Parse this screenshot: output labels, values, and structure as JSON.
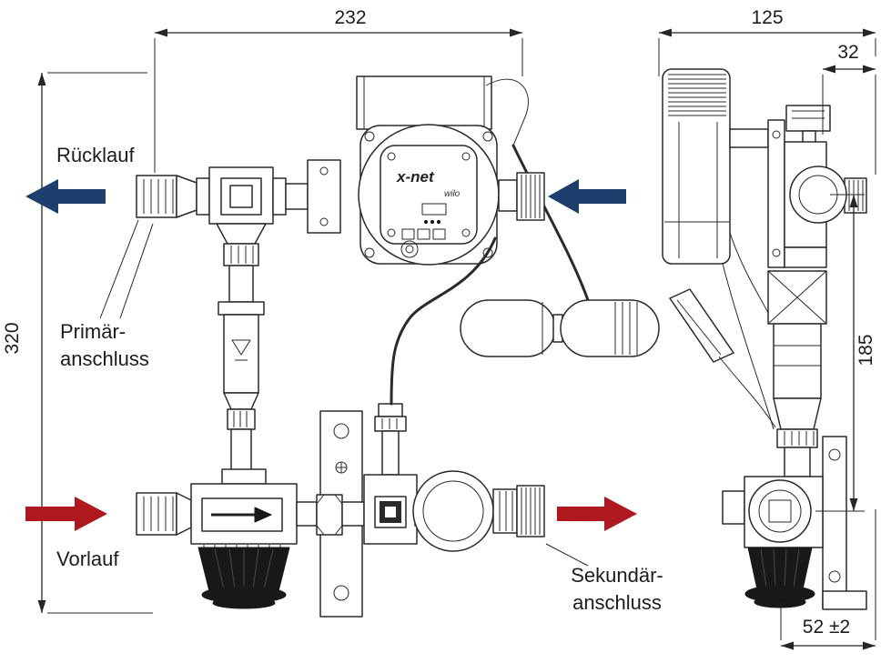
{
  "drawing": {
    "dimensions": {
      "front_width": "232",
      "side_width": "125",
      "port_depth": "32",
      "total_height": "320",
      "port_spacing": "185",
      "bracket_offset": "52 ±2"
    },
    "labels": {
      "ruecklauf": "Rücklauf",
      "primaer_line1": "Primär-",
      "primaer_line2": "anschluss",
      "vorlauf": "Vorlauf",
      "sekundaer_line1": "Sekundär-",
      "sekundaer_line2": "anschluss"
    },
    "device": {
      "brand": "x-net",
      "pump_label": "wilo"
    },
    "colors": {
      "flow_return_arrow": "#1c3f6e",
      "flow_supply_arrow": "#b01820",
      "line": "#262626"
    }
  }
}
